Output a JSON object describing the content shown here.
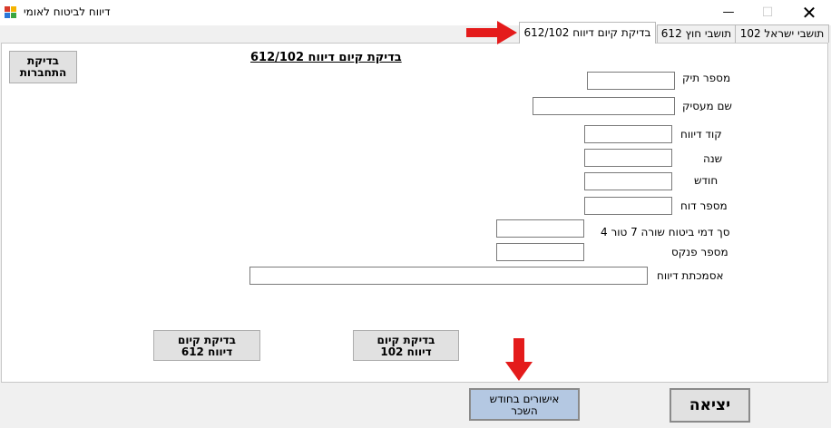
{
  "window": {
    "title": "דיווח לביטוח לאומי",
    "minimize_glyph": "—",
    "maximize_glyph": "☐",
    "close_glyph": "✕",
    "icon": "app-icon"
  },
  "tabs": [
    {
      "label": "102 תושבי ישראל",
      "active": false
    },
    {
      "label": "612 תושבי חוץ",
      "active": false
    },
    {
      "label": "בדיקת קיום דיווח 612/102",
      "active": true
    }
  ],
  "panel": {
    "section_title": "בדיקת קיום דיווח 612/102",
    "connection_check_button": {
      "line1": "בדיקת",
      "line2": "התחברות"
    },
    "fields": {
      "file_number": {
        "label": "מספר תיק",
        "value": ""
      },
      "employer_name": {
        "label": "שם מעסיק",
        "value": ""
      },
      "report_code": {
        "label": "קוד דיווח",
        "value": ""
      },
      "year": {
        "label": "שנה",
        "value": ""
      },
      "month": {
        "label": "חודש",
        "value": ""
      },
      "report_number": {
        "label": "מספר דוח",
        "value": ""
      },
      "insurance_total": {
        "label": "סך דמי ביטוח שורה 7 טור 4",
        "value": ""
      },
      "ledger_number": {
        "label": "מספר פנקס",
        "value": ""
      },
      "report_reference": {
        "label": "אסמכתת דיווח",
        "value": ""
      }
    },
    "check_612_button": {
      "line1": "בדיקת קיום",
      "line2": "דיווח 612"
    },
    "check_102_button": {
      "line1": "בדיקת קיום",
      "line2": "דיווח 102"
    }
  },
  "footer": {
    "monthly_approvals_button": {
      "line1": "אישורים בחודש",
      "line2": "השכר"
    },
    "exit_button": "יציאה"
  },
  "colors": {
    "arrow": "#e41b1b",
    "highlight_button": "#b4c8e2"
  }
}
